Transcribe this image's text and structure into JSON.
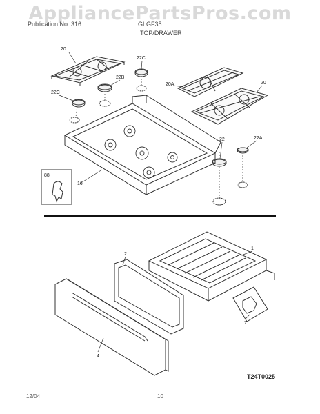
{
  "watermark": "AppliancePartsPros.com",
  "header": {
    "left_text": "Publication No. 316",
    "model_text": "GLGF35",
    "section_title": "TOP/DRAWER"
  },
  "footer": {
    "date": "12/04",
    "page": "10"
  },
  "diagram_code": "T24T0025",
  "callouts": {
    "grate_left": "20",
    "grate_right": "20",
    "grate_center": "20A",
    "cap_22c_top": "22C",
    "cap_22b": "22B",
    "cap_22c_left": "22C",
    "cap_22": "22",
    "cap_22a": "22A",
    "cooktop": "16",
    "inset": "88",
    "drawer_body": "1",
    "drawer_panel": "2",
    "drawer_front": "4",
    "drawer_clip": "7"
  }
}
